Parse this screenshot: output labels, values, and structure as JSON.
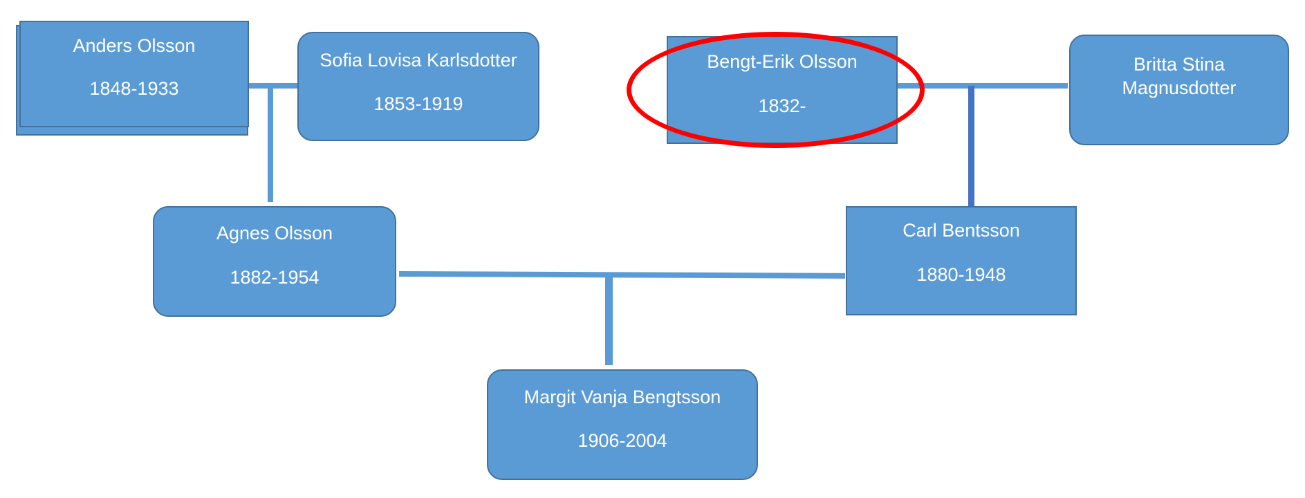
{
  "people": {
    "anders": {
      "name": "Anders Olsson",
      "years": "1848-1933"
    },
    "sofia": {
      "name": "Sofia Lovisa Karlsdotter",
      "years": "1853-1919"
    },
    "bengt": {
      "name": "Bengt-Erik Olsson",
      "years": "1832-"
    },
    "britta": {
      "name": "Britta Stina Magnusdotter"
    },
    "agnes": {
      "name": "Agnes Olsson",
      "years": "1882-1954"
    },
    "carl": {
      "name": "Carl Bentsson",
      "years": "1880-1948"
    },
    "margit": {
      "name": "Margit Vanja Bengtsson",
      "years": "1906-2004"
    }
  },
  "colors": {
    "box_fill": "#5b9bd5",
    "box_border": "#41719c",
    "connector": "#5b9bd5",
    "highlight": "#ff0000",
    "text": "#ffffff"
  }
}
